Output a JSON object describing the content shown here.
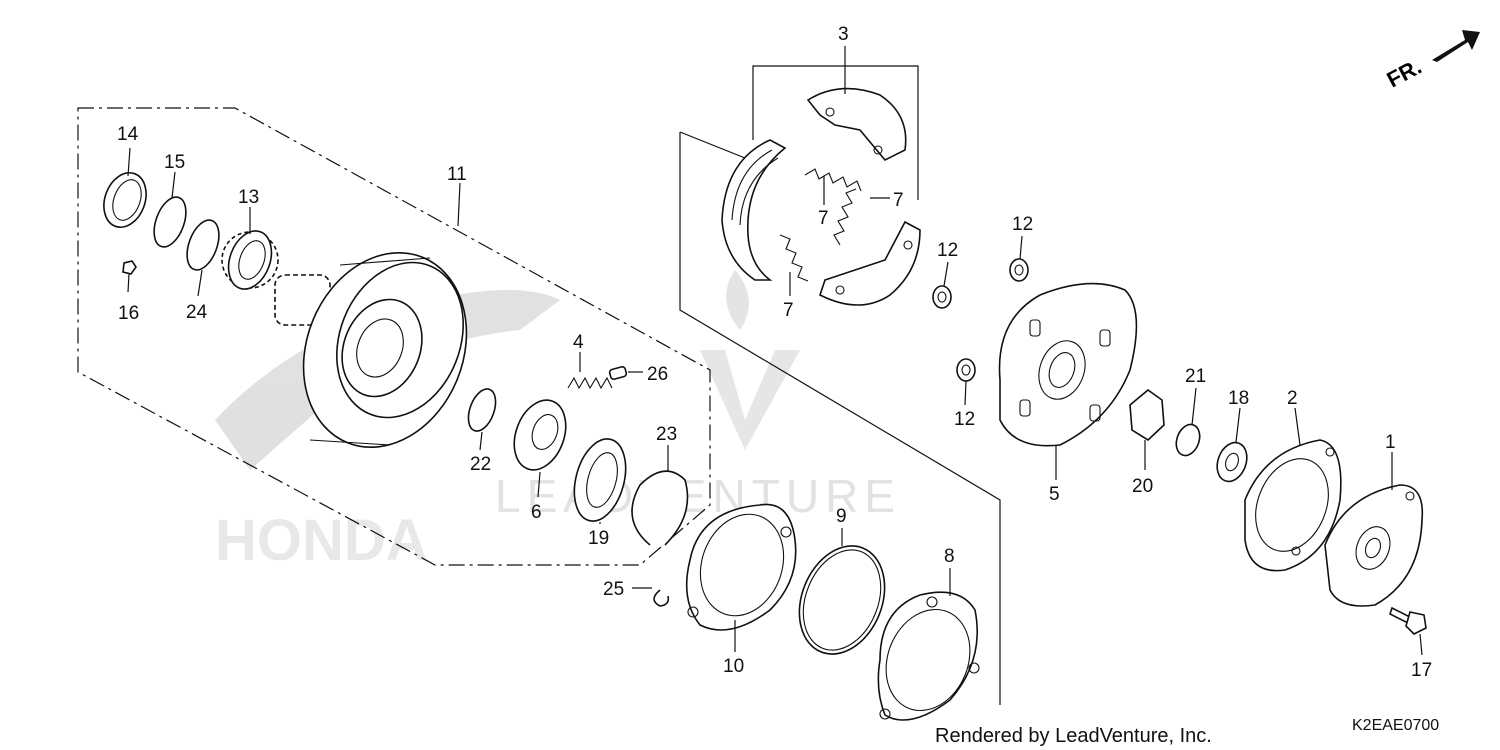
{
  "diagram": {
    "watermark_text": "LEADVENTURE",
    "brand_watermark_text": "HONDA",
    "front_indicator": "FR.",
    "footer": "Rendered by LeadVenture, Inc.",
    "code": "K2EAE0700",
    "callouts": {
      "c1": "1",
      "c2": "2",
      "c3": "3",
      "c4": "4",
      "c5": "5",
      "c6": "6",
      "c7a": "7",
      "c7b": "7",
      "c7c": "7",
      "c8": "8",
      "c9": "9",
      "c10": "10",
      "c11": "11",
      "c12a": "12",
      "c12b": "12",
      "c12c": "12",
      "c13": "13",
      "c14": "14",
      "c15": "15",
      "c16": "16",
      "c17": "17",
      "c18": "18",
      "c19": "19",
      "c20": "20",
      "c21": "21",
      "c22": "22",
      "c23": "23",
      "c24": "24",
      "c25": "25",
      "c26": "26"
    }
  }
}
